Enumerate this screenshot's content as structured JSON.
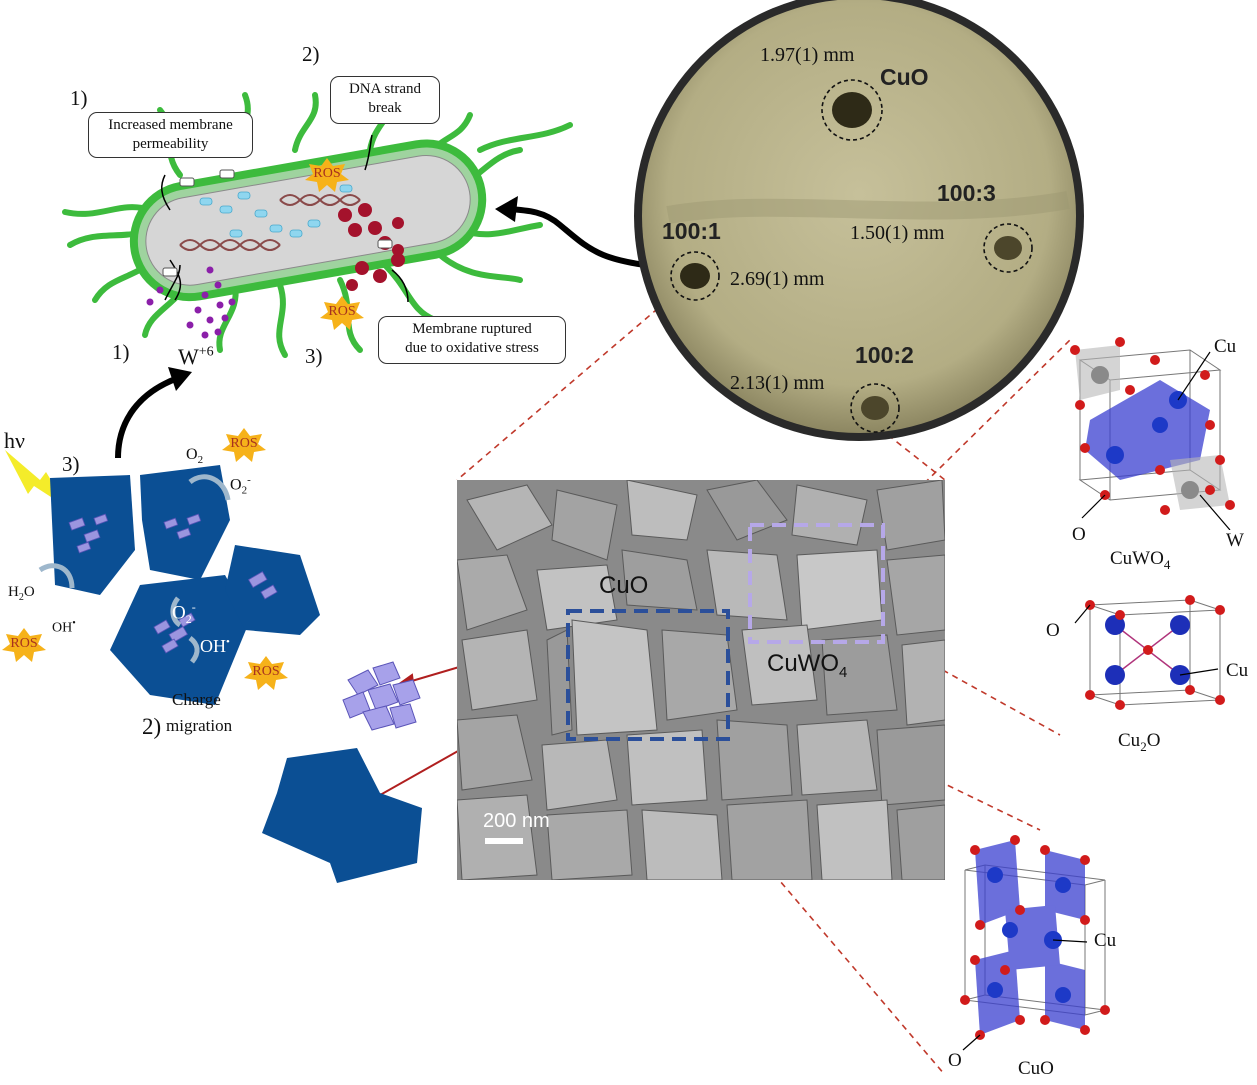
{
  "bacterium": {
    "callout_permeability": [
      "Increased membrane",
      "permeability"
    ],
    "callout_dna": [
      "DNA strand",
      "break"
    ],
    "callout_membrane": [
      "Membrane ruptured",
      "due to oxidative stress"
    ],
    "step_1_top": "1)",
    "step_2_top": "2)",
    "step_1_bottom": "1)",
    "step_3_bottom": "3)",
    "ion_base": "W",
    "ion_charge": "+6",
    "ros_label": "ROS"
  },
  "photocatalysis": {
    "hv": "hν",
    "step_3": "3)",
    "o2": "O",
    "o2_sub": "2",
    "o2_radical": "O",
    "o2_radical_sub": "2",
    "o2_radical_sup": "-",
    "h2o": "H",
    "h2o_sub": "2",
    "h2o_tail": "O",
    "oh_radical": "OH",
    "oh_sup": "•",
    "step_2": "2)",
    "charge": "Charge",
    "migration": "migration",
    "ros_label": "ROS"
  },
  "plate": {
    "cuo_label": "CuO",
    "cuo_mm": "1.97(1) mm",
    "r100_3_label": "100:3",
    "r100_3_mm": "1.50(1) mm",
    "r100_1_label": "100:1",
    "r100_1_mm": "2.69(1) mm",
    "r100_2_label": "100:2",
    "r100_2_mm": "2.13(1) mm"
  },
  "sem": {
    "cuo_label": "CuO",
    "cuwo4_base": "CuWO",
    "cuwo4_sub": "4",
    "scale_bar": "200 nm"
  },
  "crystals": {
    "cuwo4_name": "CuWO",
    "cuwo4_sub": "4",
    "cuwo4_cu": "Cu",
    "cuwo4_o": "O",
    "cuwo4_w": "W",
    "cu2o_name_a": "Cu",
    "cu2o_name_sub": "2",
    "cu2o_name_b": "O",
    "cu2o_o": "O",
    "cu2o_cu": "Cu",
    "cuo_name": "CuO",
    "cuo_cu": "Cu",
    "cuo_o": "O"
  },
  "colors": {
    "membrane_green": "#3dbb3d",
    "particle_blue": "#0b4f94",
    "crystal_purple": "#9b95df",
    "ros_yellow": "#f6b21a",
    "dashed_red": "#c0392b",
    "plate_agar": "#b8b289"
  }
}
